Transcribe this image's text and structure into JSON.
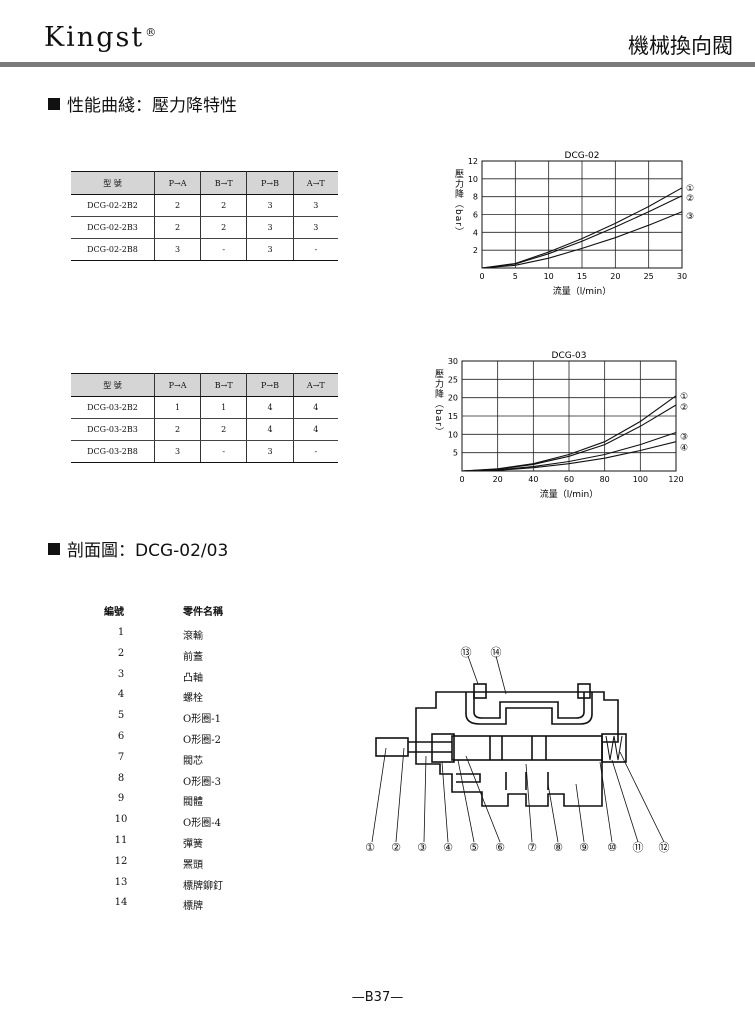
{
  "header": {
    "brand": "Kingst",
    "brand_mark": "®",
    "catalog_title": "機械換向閥"
  },
  "section1": {
    "title": "性能曲綫：壓力降特性"
  },
  "section2": {
    "title": "剖面圖：DCG-02/03"
  },
  "table1": {
    "headers": [
      "型 號",
      "P→A",
      "B→T",
      "P→B",
      "A→T"
    ],
    "rows": [
      [
        "DCG-02-2B2",
        "2",
        "2",
        "3",
        "3"
      ],
      [
        "DCG-02-2B3",
        "2",
        "2",
        "3",
        "3"
      ],
      [
        "DCG-02-2B8",
        "3",
        "-",
        "3",
        "-"
      ]
    ]
  },
  "table2": {
    "headers": [
      "型 號",
      "P→A",
      "B→T",
      "P→B",
      "A→T"
    ],
    "rows": [
      [
        "DCG-03-2B2",
        "1",
        "1",
        "4",
        "4"
      ],
      [
        "DCG-03-2B3",
        "2",
        "2",
        "4",
        "4"
      ],
      [
        "DCG-03-2B8",
        "3",
        "-",
        "3",
        "-"
      ]
    ]
  },
  "chart_data": [
    {
      "type": "line",
      "title": "DCG-02",
      "xlabel": "流量（l/min）",
      "ylabel": "壓力降（bar）",
      "xlim": [
        0,
        30
      ],
      "ylim": [
        0,
        12
      ],
      "xticks": [
        0,
        5,
        10,
        15,
        20,
        25,
        30
      ],
      "yticks": [
        2,
        4,
        6,
        8,
        10,
        12
      ],
      "grid": true,
      "series": [
        {
          "name": "①",
          "x": [
            0,
            5,
            10,
            15,
            20,
            25,
            30
          ],
          "y": [
            0,
            0.5,
            1.8,
            3.3,
            5.0,
            6.9,
            9.0
          ]
        },
        {
          "name": "②",
          "x": [
            0,
            5,
            10,
            15,
            20,
            25,
            30
          ],
          "y": [
            0,
            0.45,
            1.6,
            3.0,
            4.6,
            6.3,
            8.1
          ]
        },
        {
          "name": "③",
          "x": [
            0,
            5,
            10,
            15,
            20,
            25,
            30
          ],
          "y": [
            0,
            0.3,
            1.1,
            2.2,
            3.4,
            4.8,
            6.3
          ]
        }
      ]
    },
    {
      "type": "line",
      "title": "DCG-03",
      "xlabel": "流量（l/min）",
      "ylabel": "壓力降（bar）",
      "xlim": [
        0,
        120
      ],
      "ylim": [
        0,
        30
      ],
      "xticks": [
        0,
        20,
        40,
        60,
        80,
        100,
        120
      ],
      "yticks": [
        5,
        10,
        15,
        20,
        25,
        30
      ],
      "grid": true,
      "series": [
        {
          "name": "①",
          "x": [
            0,
            20,
            40,
            60,
            80,
            100,
            120
          ],
          "y": [
            0,
            0.6,
            2.0,
            4.5,
            8.0,
            13.5,
            20.5
          ]
        },
        {
          "name": "②",
          "x": [
            0,
            20,
            40,
            60,
            80,
            100,
            120
          ],
          "y": [
            0,
            0.5,
            1.8,
            4.0,
            7.2,
            12.2,
            18.0
          ]
        },
        {
          "name": "③",
          "x": [
            0,
            20,
            40,
            60,
            80,
            100,
            120
          ],
          "y": [
            0,
            0.3,
            1.2,
            2.6,
            4.5,
            7.2,
            10.5
          ]
        },
        {
          "name": "④",
          "x": [
            0,
            20,
            40,
            60,
            80,
            100,
            120
          ],
          "y": [
            0,
            0.2,
            0.9,
            2.0,
            3.5,
            5.6,
            8.0
          ]
        }
      ]
    }
  ],
  "parts": {
    "header_no": "編號",
    "header_name": "零件名稱",
    "items": [
      {
        "no": "1",
        "name": "滾輸"
      },
      {
        "no": "2",
        "name": "前蓋"
      },
      {
        "no": "3",
        "name": "凸軸"
      },
      {
        "no": "4",
        "name": "螺栓"
      },
      {
        "no": "5",
        "name": "O形圈-1"
      },
      {
        "no": "6",
        "name": "O形圈-2"
      },
      {
        "no": "7",
        "name": "閥芯"
      },
      {
        "no": "8",
        "name": "O形圈-3"
      },
      {
        "no": "9",
        "name": "閥體"
      },
      {
        "no": "10",
        "name": "O形圈-4"
      },
      {
        "no": "11",
        "name": "彈簧"
      },
      {
        "no": "12",
        "name": "罴頭"
      },
      {
        "no": "13",
        "name": "標牌鉚釘"
      },
      {
        "no": "14",
        "name": "標牌"
      }
    ]
  },
  "drawing_labels": [
    "①",
    "②",
    "③",
    "④",
    "⑤",
    "⑥",
    "⑦",
    "⑧",
    "⑨",
    "⑩",
    "⑪",
    "⑫",
    "⑬",
    "⑭"
  ],
  "footer": {
    "page_number": "—B37—"
  }
}
